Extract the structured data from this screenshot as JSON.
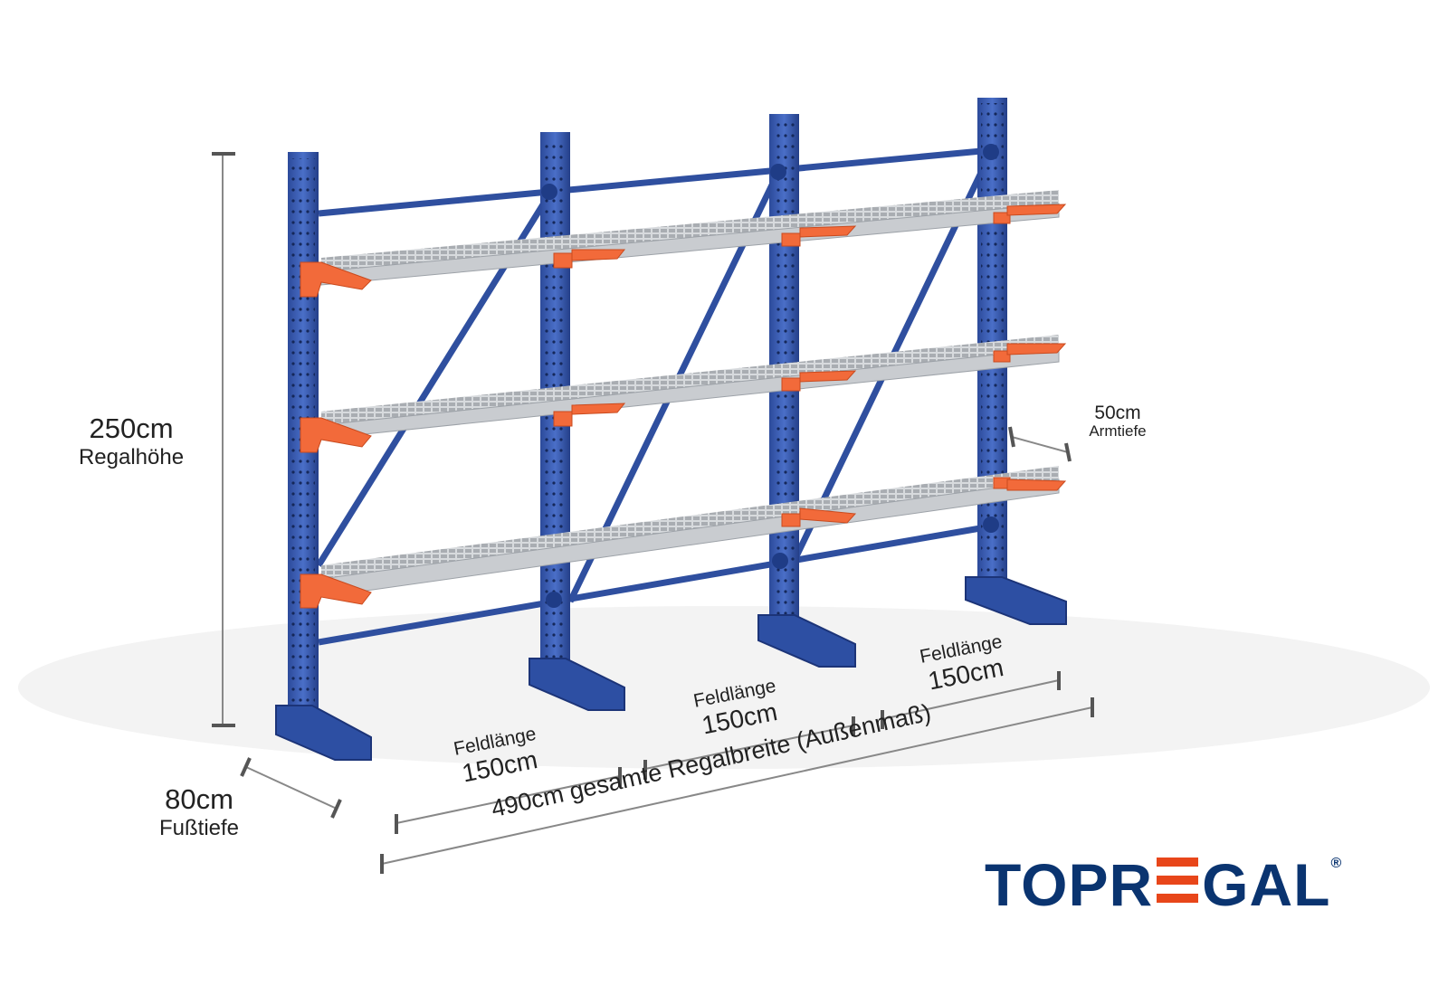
{
  "dimensions": {
    "height": {
      "value": "250cm",
      "label": "Regalhöhe"
    },
    "foot_depth": {
      "value": "80cm",
      "label": "Fußtiefe"
    },
    "arm_depth": {
      "value": "50cm",
      "label": "Armtiefe"
    },
    "fields": [
      {
        "label": "Feldlänge",
        "value": "150cm"
      },
      {
        "label": "Feldlänge",
        "value": "150cm"
      },
      {
        "label": "Feldlänge",
        "value": "150cm"
      }
    ],
    "total_width": "490cm gesamte Regalbreite  (Außenmaß)"
  },
  "logo": {
    "text_a": "TOPR",
    "text_b": "GAL",
    "full": "TOPREGAL",
    "registered": "®"
  },
  "colors": {
    "upright": "#3b5fb5",
    "arm": "#f26a3a",
    "shelf": "#c9ccd0",
    "logo_blue": "#0a3470",
    "logo_orange": "#e8461a"
  }
}
